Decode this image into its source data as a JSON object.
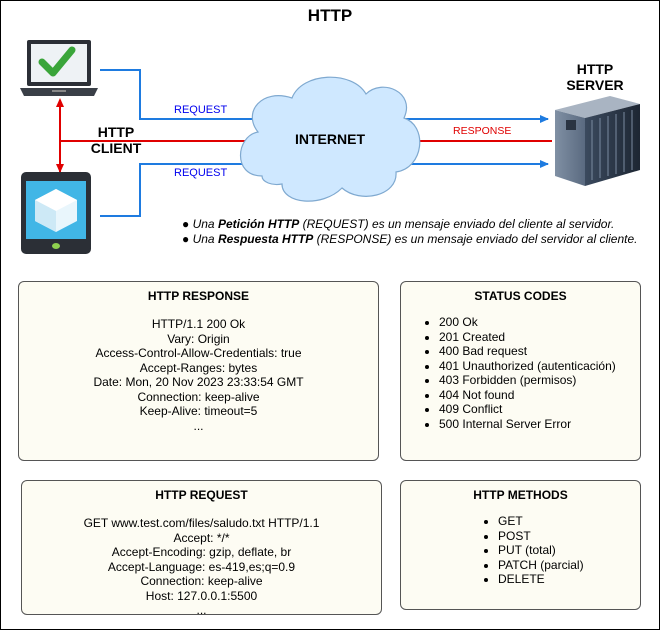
{
  "title": "HTTP",
  "labels": {
    "request_top": "REQUEST",
    "request_bottom": "REQUEST",
    "response": "RESPONSE",
    "internet": "INTERNET",
    "client_line1": "HTTP",
    "client_line2": "CLIENT",
    "server_line1": "HTTP",
    "server_line2": "SERVER"
  },
  "notes": [
    {
      "prefix": "Una ",
      "term": "Petición HTTP",
      "rest": " (REQUEST) es un mensaje enviado del cliente al servidor."
    },
    {
      "prefix": "Una ",
      "term": "Respuesta HTTP",
      "rest": " (RESPONSE) es un mensaje enviado del servidor al cliente."
    }
  ],
  "http_response": {
    "title": "HTTP RESPONSE",
    "lines": [
      "HTTP/1.1 200 Ok",
      "Vary: Origin",
      "Access-Control-Allow-Credentials: true",
      "Accept-Ranges: bytes",
      "Date: Mon, 20 Nov 2023 23:33:54 GMT",
      "Connection: keep-alive",
      "Keep-Alive: timeout=5",
      "..."
    ]
  },
  "status_codes": {
    "title": "STATUS CODES",
    "items": [
      "200 Ok",
      "201 Created",
      "400 Bad request",
      "401 Unauthorized (autenticación)",
      "403 Forbidden (permisos)",
      "404 Not found",
      "409 Conflict",
      "500 Internal Server Error"
    ]
  },
  "http_request": {
    "title": "HTTP REQUEST",
    "lines": [
      "GET www.test.com/files/saludo.txt HTTP/1.1",
      "Accept: */*",
      "Accept-Encoding: gzip, deflate, br",
      "Accept-Language: es-419,es;q=0.9",
      "Connection: keep-alive",
      "Host: 127.0.0.1:5500",
      "..."
    ]
  },
  "http_methods": {
    "title": "HTTP METHODS",
    "items": [
      "GET",
      "POST",
      "PUT (total)",
      "PATCH (parcial)",
      "DELETE"
    ]
  },
  "colors": {
    "request_line": "#1e7be0",
    "response_line": "#e00000",
    "cloud_fill": "#cfe8ff",
    "box_fill": "#fdfcf3",
    "check": "#3aa53a"
  },
  "icons": [
    "laptop-check-icon",
    "tablet-icon",
    "cloud-icon",
    "server-icon",
    "bidirectional-arrow-icon"
  ]
}
